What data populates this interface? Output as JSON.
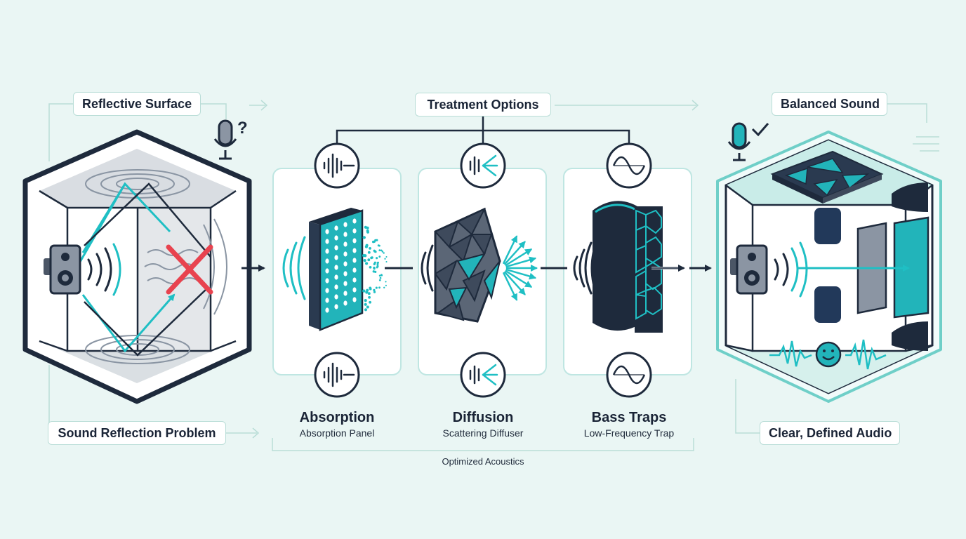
{
  "labels": {
    "reflective_surface": "Reflective Surface",
    "treatment_options": "Treatment Options",
    "balanced_sound": "Balanced Sound",
    "sound_reflection_problem": "Sound Reflection Problem",
    "clear_defined_audio": "Clear, Defined Audio",
    "optimized_acoustics": "Optimized Acoustics"
  },
  "treatments": [
    {
      "title": "Absorption",
      "subtitle": "Absorption Panel"
    },
    {
      "title": "Diffusion",
      "subtitle": "Scattering Diffuser"
    },
    {
      "title": "Bass Traps",
      "subtitle": "Low-Frequency Trap"
    }
  ],
  "icons": {
    "problem_mic": "microphone-question-icon",
    "balanced_mic": "microphone-check-icon",
    "absorption": "absorbed-wave-icon",
    "diffusion": "scattered-wave-icon",
    "bass": "sine-wave-icon",
    "speaker": "speaker-icon",
    "blocked": "red-x-icon",
    "smile": "smiley-face-icon"
  },
  "colors": {
    "background": "#eaf6f4",
    "navy": "#1e2a3c",
    "teal": "#1fbfc4",
    "light_teal": "#bfe6e2",
    "alert_red": "#e8434f"
  }
}
